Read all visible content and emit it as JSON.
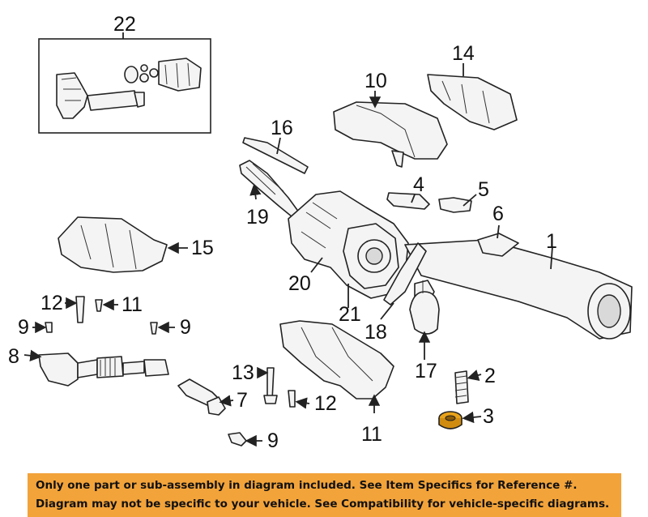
{
  "diagram": {
    "callouts": {
      "c22": "22",
      "c14": "14",
      "c10": "10",
      "c16": "16",
      "c4": "4",
      "c5": "5",
      "c6": "6",
      "c1": "1",
      "c19": "19",
      "c15": "15",
      "c20": "20",
      "c12a": "12",
      "c11a": "11",
      "c9a": "9",
      "c9b": "9",
      "c21": "21",
      "c18": "18",
      "c8": "8",
      "c17": "17",
      "c13": "13",
      "c2": "2",
      "c7": "7",
      "c12b": "12",
      "c3": "3",
      "c11b": "11",
      "c9c": "9"
    },
    "highlight_color": "#e8a21a",
    "line_color": "#222222"
  },
  "banner": {
    "line1": "Only one part or sub-assembly in diagram included. See Item Specifics for Reference #.",
    "line2": "Diagram may not be specific to your vehicle. See Compatibility for vehicle-specific diagrams.",
    "background": "#f2a33a"
  }
}
